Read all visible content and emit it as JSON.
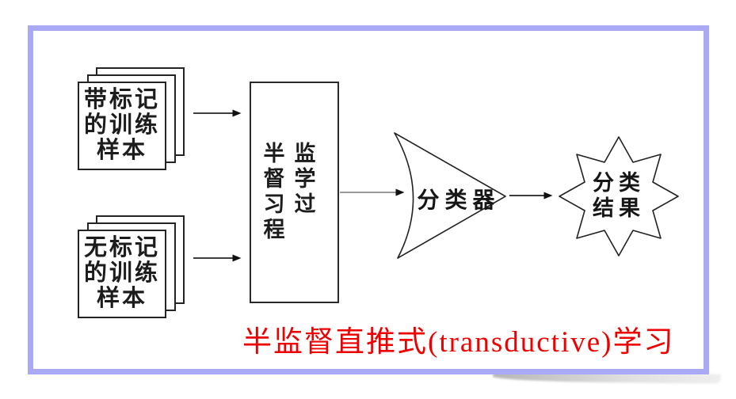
{
  "diagram": {
    "nodes": {
      "labeled_samples": {
        "label": "带标记\n的训练\n样本"
      },
      "unlabeled_samples": {
        "label": "无标记\n的训练\n样本"
      },
      "process": {
        "label": "半监\n督学\n习过\n程"
      },
      "classifier": {
        "label": "分类器"
      },
      "result": {
        "label": "分类\n结果"
      }
    },
    "caption": {
      "text": "半监督直推式(transductive)学习",
      "color": "#ee0000"
    },
    "colors": {
      "frame_border": "#a9a9f5",
      "ink": "#222222",
      "arrow_gray": "#9a9a9a",
      "shadow_gray": "#a0a0a0",
      "background": "#ffffff"
    }
  }
}
